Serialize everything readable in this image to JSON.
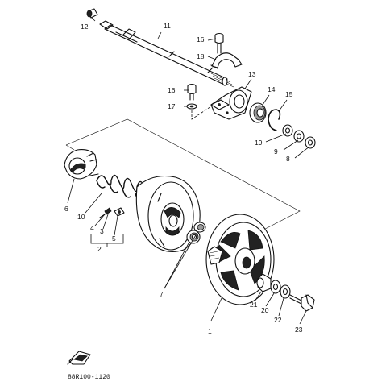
{
  "figure": {
    "diagram_code": "88R100-1120",
    "callouts": [
      {
        "id": "c1",
        "text": "1"
      },
      {
        "id": "c2",
        "text": "2"
      },
      {
        "id": "c3",
        "text": "3"
      },
      {
        "id": "c4",
        "text": "4"
      },
      {
        "id": "c5",
        "text": "5"
      },
      {
        "id": "c6",
        "text": "6"
      },
      {
        "id": "c7",
        "text": "7"
      },
      {
        "id": "c8",
        "text": "8"
      },
      {
        "id": "c9",
        "text": "9"
      },
      {
        "id": "c10",
        "text": "10"
      },
      {
        "id": "c11",
        "text": "11"
      },
      {
        "id": "c12",
        "text": "12"
      },
      {
        "id": "c13",
        "text": "13"
      },
      {
        "id": "c14",
        "text": "14"
      },
      {
        "id": "c15",
        "text": "15"
      },
      {
        "id": "c16a",
        "text": "16"
      },
      {
        "id": "c16b",
        "text": "16"
      },
      {
        "id": "c17",
        "text": "17"
      },
      {
        "id": "c18",
        "text": "18"
      },
      {
        "id": "c19",
        "text": "19"
      },
      {
        "id": "c20",
        "text": "20"
      },
      {
        "id": "c21",
        "text": "21"
      },
      {
        "id": "c22",
        "text": "22"
      },
      {
        "id": "c23",
        "text": "23"
      }
    ]
  }
}
